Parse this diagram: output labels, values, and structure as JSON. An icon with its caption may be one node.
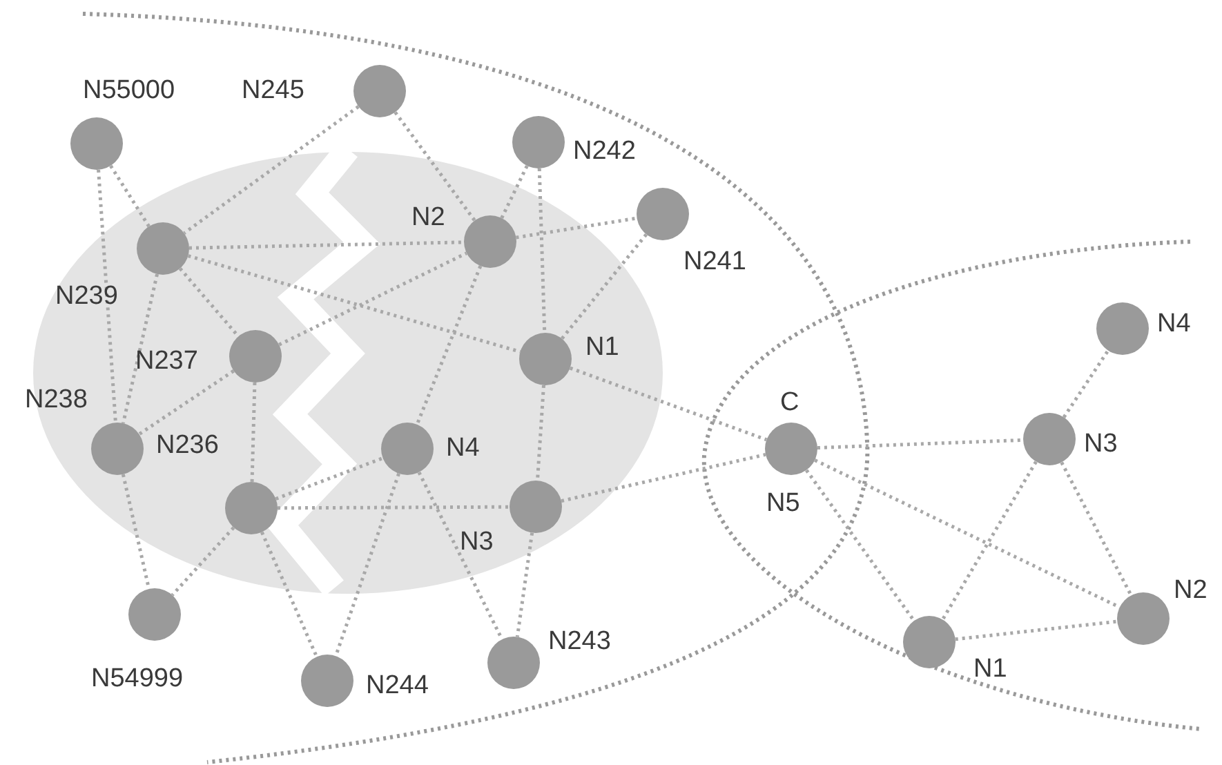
{
  "diagram": {
    "nodes": [
      {
        "text": [
          "N55000"
        ]
      },
      {
        "text": [
          "N245"
        ]
      },
      {
        "text": [
          "N242"
        ]
      },
      {
        "text": [
          "N239"
        ]
      },
      {
        "text": [
          "N2"
        ]
      },
      {
        "text": [
          "N241"
        ]
      },
      {
        "text": [
          "N237"
        ]
      },
      {
        "text": [
          "N1"
        ]
      },
      {
        "text": [
          "N238"
        ]
      },
      {
        "text": [
          "N236"
        ]
      },
      {
        "text": [
          "N4"
        ]
      },
      {
        "text": [
          "N3"
        ]
      },
      {
        "text": [
          "N54999"
        ]
      },
      {
        "text": [
          "N244"
        ]
      },
      {
        "text": [
          "N243"
        ]
      },
      {
        "text": [
          "C",
          "N5"
        ]
      },
      {
        "text": [
          "N4"
        ]
      },
      {
        "text": [
          "N3"
        ]
      },
      {
        "text": [
          "N1"
        ]
      },
      {
        "text": [
          "N2"
        ]
      }
    ],
    "edges": [
      {
        "from": 0,
        "to": 3,
        "arrow": "none"
      },
      {
        "from": 0,
        "to": 8,
        "arrow": "none"
      },
      {
        "from": 1,
        "to": 3,
        "arrow": "none"
      },
      {
        "from": 1,
        "to": 4,
        "arrow": "none"
      },
      {
        "from": 3,
        "to": 4,
        "arrow": "none"
      },
      {
        "from": 3,
        "to": 7,
        "arrow": "none"
      },
      {
        "from": 3,
        "to": 6,
        "arrow": "none"
      },
      {
        "from": 3,
        "to": 8,
        "arrow": "none"
      },
      {
        "from": 6,
        "to": 8,
        "arrow": "none"
      },
      {
        "from": 6,
        "to": 4,
        "arrow": "none"
      },
      {
        "from": 6,
        "to": 9,
        "arrow": "none"
      },
      {
        "from": 8,
        "to": 12,
        "arrow": "none"
      },
      {
        "from": 9,
        "to": 12,
        "arrow": "none"
      },
      {
        "from": 9,
        "to": 13,
        "arrow": "none"
      },
      {
        "from": 9,
        "to": 11,
        "arrow": "none"
      },
      {
        "from": 9,
        "to": 10,
        "arrow": "none"
      },
      {
        "from": 10,
        "to": 13,
        "arrow": "none"
      },
      {
        "from": 10,
        "to": 14,
        "arrow": "none"
      },
      {
        "from": 4,
        "to": 10,
        "arrow": "none"
      },
      {
        "from": 4,
        "to": 2,
        "arrow": "none"
      },
      {
        "from": 4,
        "to": 5,
        "arrow": "none"
      },
      {
        "from": 2,
        "to": 7,
        "arrow": "none"
      },
      {
        "from": 5,
        "to": 7,
        "arrow": "none"
      },
      {
        "from": 7,
        "to": 11,
        "arrow": "none"
      },
      {
        "from": 7,
        "to": 15,
        "arrow": "none"
      },
      {
        "from": 11,
        "to": 14,
        "arrow": "none"
      },
      {
        "from": 11,
        "to": 15,
        "arrow": "none"
      },
      {
        "from": 15,
        "to": 17,
        "arrow": "none"
      },
      {
        "from": 15,
        "to": 19,
        "arrow": "none"
      },
      {
        "from": 15,
        "to": 18,
        "arrow": "none"
      },
      {
        "from": 17,
        "to": 16,
        "arrow": "none"
      },
      {
        "from": 17,
        "to": 18,
        "arrow": "none"
      },
      {
        "from": 17,
        "to": 19,
        "arrow": "none"
      },
      {
        "from": 18,
        "to": 19,
        "arrow": "none"
      }
    ]
  }
}
